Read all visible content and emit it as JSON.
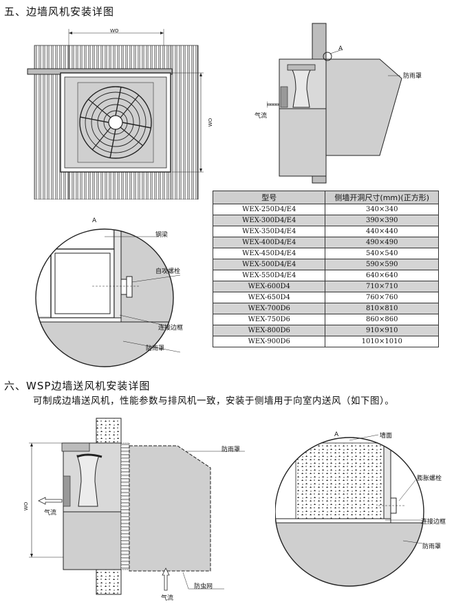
{
  "section5": {
    "title": "五、边墙风机安装详图",
    "front": {
      "wo_top": "WO",
      "wo_side": "WO"
    },
    "side": {
      "detail_mark": "A",
      "rain_cover": "防雨罩",
      "airflow": "气流"
    },
    "detail": {
      "mark": "A",
      "steel_beam": "钢梁",
      "tapping_bolt": "自攻螺栓",
      "frame": "连接边框",
      "rain_cover": "防雨罩"
    }
  },
  "table": {
    "headers": [
      "型号",
      "侧墙开洞尺寸(mm)(正方形)"
    ],
    "rows": [
      [
        "WEX-250D4/E4",
        "340×340"
      ],
      [
        "WEX-300D4/E4",
        "390×390"
      ],
      [
        "WEX-350D4/E4",
        "440×440"
      ],
      [
        "WEX-400D4/E4",
        "490×490"
      ],
      [
        "WEX-450D4/E4",
        "540×540"
      ],
      [
        "WEX-500D4/E4",
        "590×590"
      ],
      [
        "WEX-550D4/E4",
        "640×640"
      ],
      [
        "WEX-600D4",
        "710×710"
      ],
      [
        "WEX-650D4",
        "760×760"
      ],
      [
        "WEX-700D6",
        "810×810"
      ],
      [
        "WEX-750D6",
        "860×860"
      ],
      [
        "WEX-800D6",
        "910×910"
      ],
      [
        "WEX-900D6",
        "1010×1010"
      ]
    ]
  },
  "section6": {
    "title": "六、WSP边墙送风机安装详图",
    "description": "可制成边墙送风机，性能参数与排风机一致，安装于侧墙用于向室内送风（如下图）。",
    "side": {
      "wo": "WO",
      "airflow_left": "气流",
      "rain_cover": "防雨罩",
      "airflow_bottom": "气流",
      "insect_net": "防虫网"
    },
    "detail": {
      "mark": "A",
      "wall": "墙面",
      "expansion_bolt": "膨胀螺栓",
      "frame": "连接边框",
      "rain_cover": "防雨罩"
    }
  }
}
